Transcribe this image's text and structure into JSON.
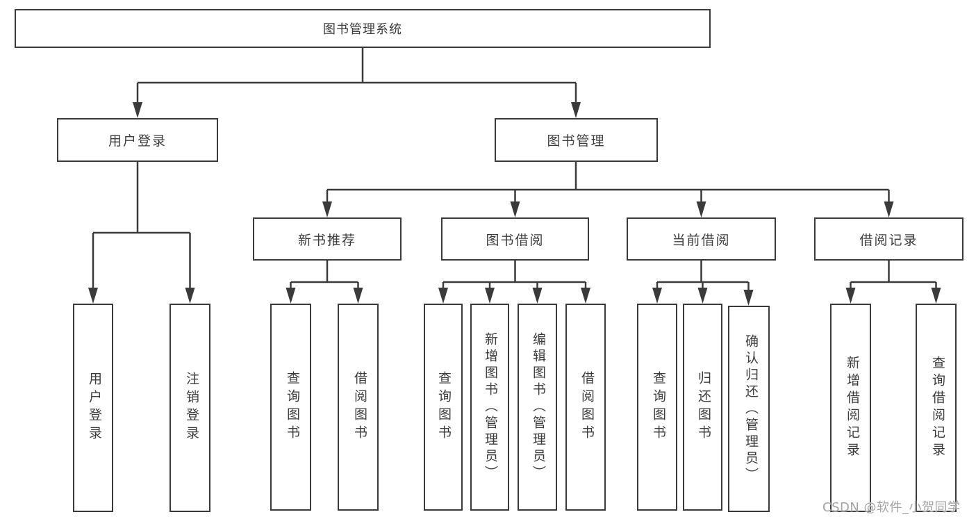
{
  "tree": {
    "label": "图书管理系统",
    "children": [
      {
        "label": "用户登录",
        "children": [
          {
            "label": "用户登录"
          },
          {
            "label": "注销登录"
          }
        ]
      },
      {
        "label": "图书管理",
        "children": [
          {
            "label": "新书推荐",
            "children": [
              {
                "label": "查询图书"
              },
              {
                "label": "借阅图书"
              }
            ]
          },
          {
            "label": "图书借阅",
            "children": [
              {
                "label": "查询图书"
              },
              {
                "label": "新增图书（管理员）"
              },
              {
                "label": "编辑图书（管理员）"
              },
              {
                "label": "借阅图书"
              }
            ]
          },
          {
            "label": "当前借阅",
            "children": [
              {
                "label": "查询图书"
              },
              {
                "label": "归还图书"
              },
              {
                "label": "确认归还（管理员）"
              }
            ]
          },
          {
            "label": "借阅记录",
            "children": [
              {
                "label": "新增借阅记录"
              },
              {
                "label": "查询借阅记录"
              }
            ]
          }
        ]
      }
    ]
  },
  "watermark": {
    "text": "CSDN @软件_小贺同学"
  },
  "colors": {
    "line": "#3a3a3a",
    "text": "#3c3c3c",
    "box_background": "#ffffff",
    "page_background": "#ffffff",
    "watermark": "#a3a3a3"
  }
}
